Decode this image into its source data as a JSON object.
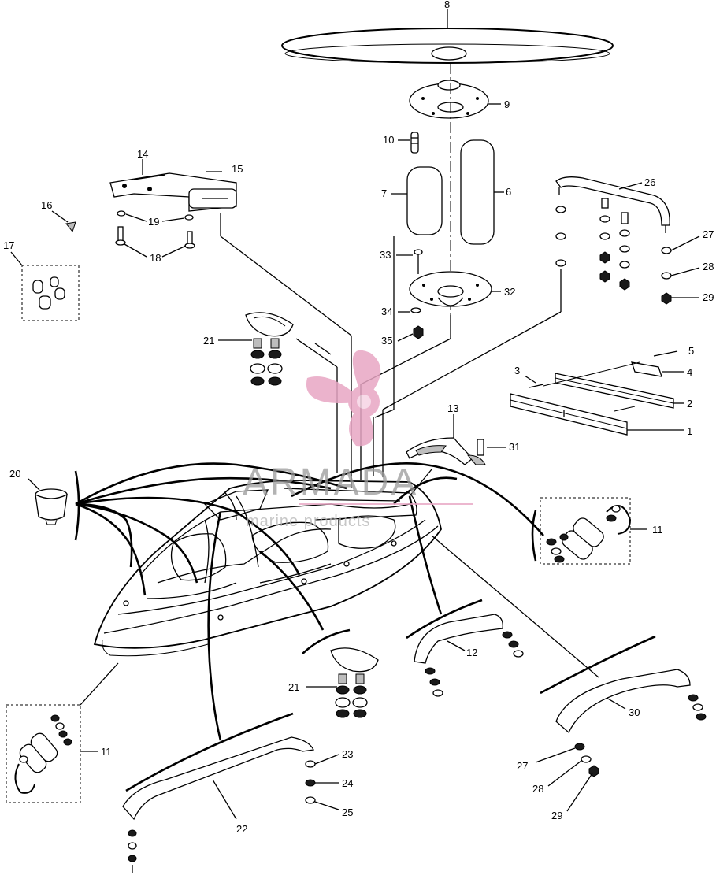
{
  "callouts": [
    {
      "id": "c1",
      "label": "1"
    },
    {
      "id": "c2",
      "label": "2"
    },
    {
      "id": "c3",
      "label": "3"
    },
    {
      "id": "c4",
      "label": "4"
    },
    {
      "id": "c5",
      "label": "5"
    },
    {
      "id": "c6",
      "label": "6"
    },
    {
      "id": "c7",
      "label": "7"
    },
    {
      "id": "c8",
      "label": "8"
    },
    {
      "id": "c9",
      "label": "9"
    },
    {
      "id": "c10",
      "label": "10"
    },
    {
      "id": "c11a",
      "label": "11"
    },
    {
      "id": "c11b",
      "label": "11"
    },
    {
      "id": "c12",
      "label": "12"
    },
    {
      "id": "c13",
      "label": "13"
    },
    {
      "id": "c14",
      "label": "14"
    },
    {
      "id": "c15",
      "label": "15"
    },
    {
      "id": "c16",
      "label": "16"
    },
    {
      "id": "c17",
      "label": "17"
    },
    {
      "id": "c18",
      "label": "18"
    },
    {
      "id": "c19",
      "label": "19"
    },
    {
      "id": "c20",
      "label": "20"
    },
    {
      "id": "c21a",
      "label": "21"
    },
    {
      "id": "c21b",
      "label": "21"
    },
    {
      "id": "c22",
      "label": "22"
    },
    {
      "id": "c23",
      "label": "23"
    },
    {
      "id": "c24",
      "label": "24"
    },
    {
      "id": "c25",
      "label": "25"
    },
    {
      "id": "c26",
      "label": "26"
    },
    {
      "id": "c27a",
      "label": "27"
    },
    {
      "id": "c27b",
      "label": "27"
    },
    {
      "id": "c28a",
      "label": "28"
    },
    {
      "id": "c28b",
      "label": "28"
    },
    {
      "id": "c29a",
      "label": "29"
    },
    {
      "id": "c29b",
      "label": "29"
    },
    {
      "id": "c30",
      "label": "30"
    },
    {
      "id": "c31",
      "label": "31"
    },
    {
      "id": "c32",
      "label": "32"
    },
    {
      "id": "c33",
      "label": "33"
    },
    {
      "id": "c34",
      "label": "34"
    },
    {
      "id": "c35",
      "label": "35"
    }
  ],
  "watermark": {
    "brand": "ARMADA",
    "tagline": "marine products",
    "logo": "propeller-logo",
    "color": "#e8a6c4"
  }
}
